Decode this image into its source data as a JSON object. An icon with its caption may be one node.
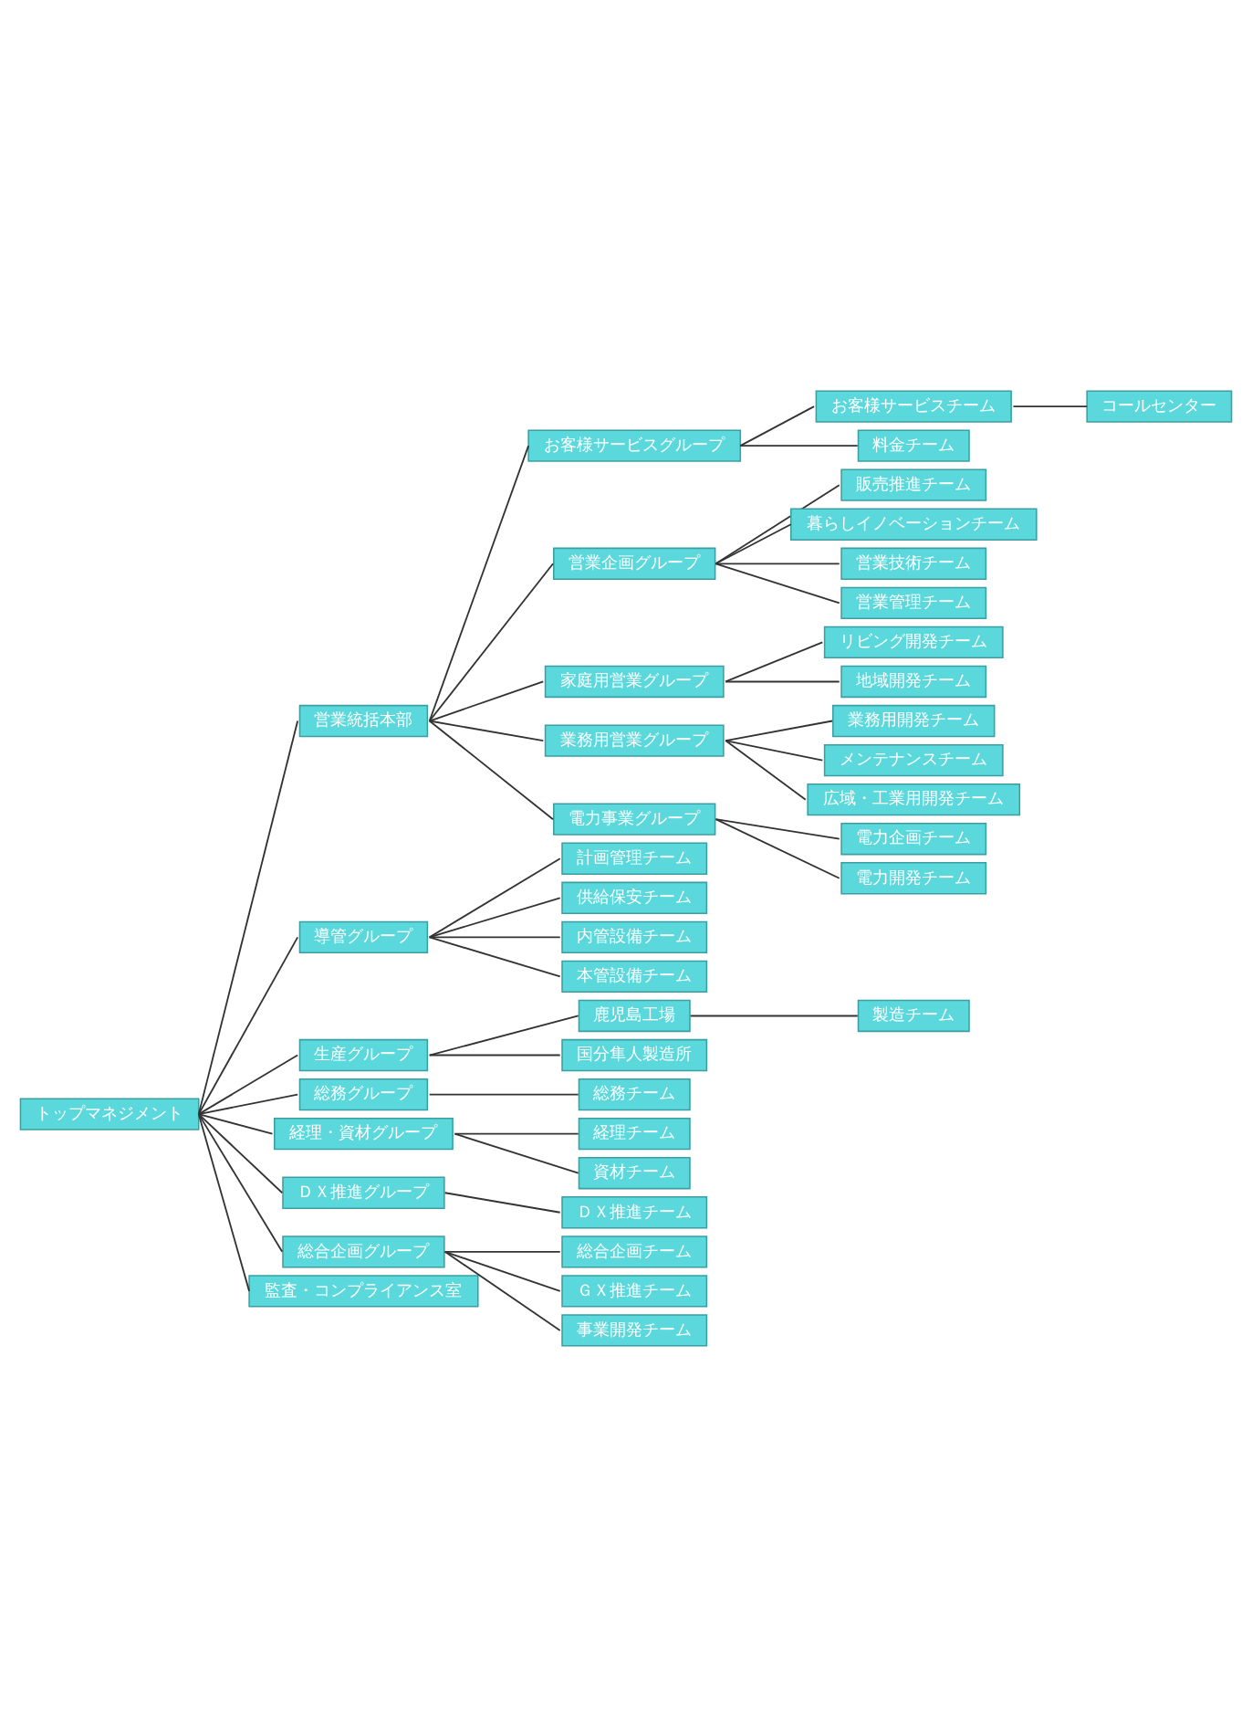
{
  "diagram": {
    "nodes": [
      {
        "text": [
          "トップマネジメント"
        ]
      },
      {
        "text": [
          "営業統括本部"
        ]
      },
      {
        "text": [
          "お客様サービスグループ"
        ]
      },
      {
        "text": [
          "コールセンター"
        ]
      },
      {
        "text": [
          "お客様サービスチーム"
        ]
      },
      {
        "text": [
          "料金チーム"
        ]
      },
      {
        "text": [
          "営業企画グループ"
        ]
      },
      {
        "text": [
          "販売推進チーム"
        ]
      },
      {
        "text": [
          "暮らしイノベーションチーム"
        ]
      },
      {
        "text": [
          "営業技術チーム"
        ]
      },
      {
        "text": [
          "営業管理チーム"
        ]
      },
      {
        "text": [
          "家庭用営業グループ"
        ]
      },
      {
        "text": [
          "リビング開発チーム"
        ]
      },
      {
        "text": [
          "地域開発チーム"
        ]
      },
      {
        "text": [
          "業務用営業グループ"
        ]
      },
      {
        "text": [
          "業務用開発チーム"
        ]
      },
      {
        "text": [
          "メンテナンスチーム"
        ]
      },
      {
        "text": [
          "広域・工業用開発チーム"
        ]
      },
      {
        "text": [
          "電力事業グループ"
        ]
      },
      {
        "text": [
          "電力企画チーム"
        ]
      },
      {
        "text": [
          "電力開発チーム"
        ]
      },
      {
        "text": [
          "導管グループ"
        ]
      },
      {
        "text": [
          "計画管理チーム"
        ]
      },
      {
        "text": [
          "供給保安チーム"
        ]
      },
      {
        "text": [
          "内管設備チーム"
        ]
      },
      {
        "text": [
          "本管設備チーム"
        ]
      },
      {
        "text": [
          "生産グループ"
        ]
      },
      {
        "text": [
          "鹿児島工場"
        ]
      },
      {
        "text": [
          "製造チーム"
        ]
      },
      {
        "text": [
          "国分隼人製造所"
        ]
      },
      {
        "text": [
          "総務グループ"
        ]
      },
      {
        "text": [
          "総務チーム"
        ]
      },
      {
        "text": [
          "経理・資材グループ"
        ]
      },
      {
        "text": [
          "経理チーム"
        ]
      },
      {
        "text": [
          "資材チーム"
        ]
      },
      {
        "text": [
          "ＤＸ推進グループ"
        ]
      },
      {
        "text": [
          "ＤＸ推進チーム"
        ]
      },
      {
        "text": [
          "総合企画グループ"
        ]
      },
      {
        "text": [
          "総合企画チーム"
        ]
      },
      {
        "text": [
          "ＧＸ推進チーム"
        ]
      },
      {
        "text": [
          "事業開発チーム"
        ]
      },
      {
        "text": [
          "監査・コンプライアンス室"
        ]
      }
    ],
    "edges": [
      {
        "from": 0,
        "to": 1,
        "arrow": "none"
      },
      {
        "from": 1,
        "to": 2,
        "arrow": "none"
      },
      {
        "from": 4,
        "to": 3,
        "arrow": "none"
      },
      {
        "from": 2,
        "to": 4,
        "arrow": "none"
      },
      {
        "from": 2,
        "to": 5,
        "arrow": "none"
      },
      {
        "from": 1,
        "to": 6,
        "arrow": "none"
      },
      {
        "from": 6,
        "to": 7,
        "arrow": "none"
      },
      {
        "from": 6,
        "to": 8,
        "arrow": "none"
      },
      {
        "from": 6,
        "to": 9,
        "arrow": "none"
      },
      {
        "from": 6,
        "to": 10,
        "arrow": "none"
      },
      {
        "from": 1,
        "to": 11,
        "arrow": "none"
      },
      {
        "from": 11,
        "to": 12,
        "arrow": "none"
      },
      {
        "from": 11,
        "to": 13,
        "arrow": "none"
      },
      {
        "from": 1,
        "to": 14,
        "arrow": "none"
      },
      {
        "from": 14,
        "to": 15,
        "arrow": "none"
      },
      {
        "from": 14,
        "to": 16,
        "arrow": "none"
      },
      {
        "from": 14,
        "to": 17,
        "arrow": "none"
      },
      {
        "from": 1,
        "to": 18,
        "arrow": "none"
      },
      {
        "from": 18,
        "to": 19,
        "arrow": "none"
      },
      {
        "from": 18,
        "to": 20,
        "arrow": "none"
      },
      {
        "from": 0,
        "to": 21,
        "arrow": "none"
      },
      {
        "from": 21,
        "to": 22,
        "arrow": "none"
      },
      {
        "from": 21,
        "to": 23,
        "arrow": "none"
      },
      {
        "from": 21,
        "to": 24,
        "arrow": "none"
      },
      {
        "from": 21,
        "to": 25,
        "arrow": "none"
      },
      {
        "from": 0,
        "to": 26,
        "arrow": "none"
      },
      {
        "from": 26,
        "to": 27,
        "arrow": "none"
      },
      {
        "from": 27,
        "to": 28,
        "arrow": "none"
      },
      {
        "from": 26,
        "to": 29,
        "arrow": "none"
      },
      {
        "from": 0,
        "to": 30,
        "arrow": "none"
      },
      {
        "from": 30,
        "to": 31,
        "arrow": "none"
      },
      {
        "from": 0,
        "to": 32,
        "arrow": "none"
      },
      {
        "from": 32,
        "to": 33,
        "arrow": "none"
      },
      {
        "from": 32,
        "to": 34,
        "arrow": "none"
      },
      {
        "from": 0,
        "to": 35,
        "arrow": "none"
      },
      {
        "from": 35,
        "to": 36,
        "arrow": "none"
      },
      {
        "from": 0,
        "to": 37,
        "arrow": "none"
      },
      {
        "from": 37,
        "to": 38,
        "arrow": "none"
      },
      {
        "from": 37,
        "to": 39,
        "arrow": "none"
      },
      {
        "from": 37,
        "to": 40,
        "arrow": "none"
      },
      {
        "from": 0,
        "to": 41,
        "arrow": "none"
      }
    ]
  }
}
